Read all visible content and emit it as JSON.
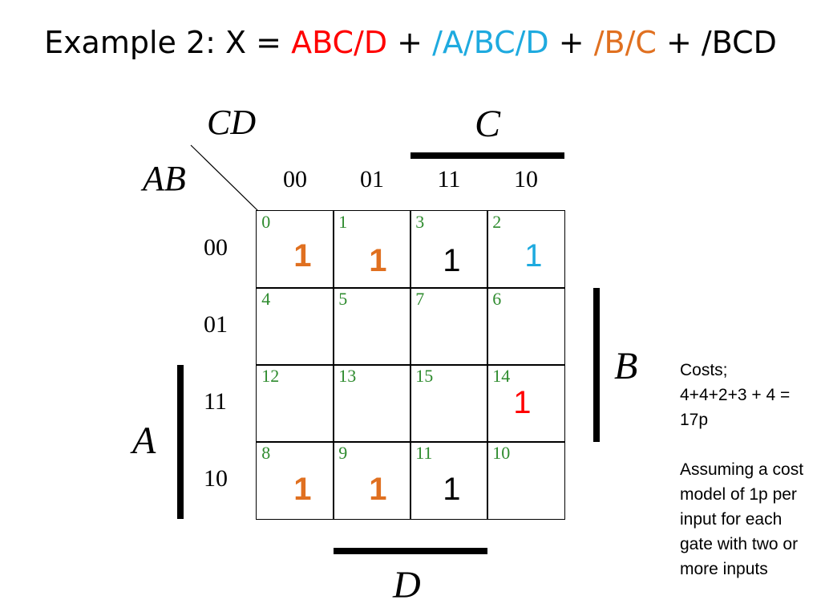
{
  "title": {
    "prefix": "Example 2: X = ",
    "terms": [
      {
        "text": "ABC/D",
        "color": "#ff0000"
      },
      {
        "text": " + ",
        "color": "#000000"
      },
      {
        "text": "/A/BC/D",
        "color": "#1eaadf"
      },
      {
        "text": " + ",
        "color": "#000000"
      },
      {
        "text": "/B/C",
        "color": "#e07020"
      },
      {
        "text": " + /BCD",
        "color": "#000000"
      }
    ]
  },
  "kmap": {
    "cd_label": "CD",
    "ab_label": "AB",
    "c_label": "C",
    "b_label": "B",
    "a_label": "A",
    "d_label": "D",
    "col_headers": [
      "00",
      "01",
      "11",
      "10"
    ],
    "row_headers": [
      "00",
      "01",
      "11",
      "10"
    ],
    "cells": [
      [
        {
          "index": "0",
          "value": "1",
          "color": "#e07020",
          "bold": true
        },
        {
          "index": "1",
          "value": "1",
          "color": "#e07020",
          "bold": true
        },
        {
          "index": "3",
          "value": "1",
          "color": "#000000",
          "bold": false
        },
        {
          "index": "2",
          "value": "1",
          "color": "#1eaadf",
          "bold": false
        }
      ],
      [
        {
          "index": "4",
          "value": "",
          "color": "#000000",
          "bold": false
        },
        {
          "index": "5",
          "value": "",
          "color": "#000000",
          "bold": false
        },
        {
          "index": "7",
          "value": "",
          "color": "#000000",
          "bold": false
        },
        {
          "index": "6",
          "value": "",
          "color": "#000000",
          "bold": false
        }
      ],
      [
        {
          "index": "12",
          "value": "",
          "color": "#000000",
          "bold": false
        },
        {
          "index": "13",
          "value": "",
          "color": "#000000",
          "bold": false
        },
        {
          "index": "15",
          "value": "",
          "color": "#000000",
          "bold": false
        },
        {
          "index": "14",
          "value": "1",
          "color": "#ff0000",
          "bold": false
        }
      ],
      [
        {
          "index": "8",
          "value": "1",
          "color": "#e07020",
          "bold": true
        },
        {
          "index": "9",
          "value": "1",
          "color": "#e07020",
          "bold": true
        },
        {
          "index": "11",
          "value": "1",
          "color": "#000000",
          "bold": false
        },
        {
          "index": "10",
          "value": "",
          "color": "#000000",
          "bold": false
        }
      ]
    ],
    "index_color": "#2e8b2e"
  },
  "notes": {
    "costs_line1": "Costs;",
    "costs_line2": "4+4+2+3  + 4 = 17p",
    "assumption": "Assuming a cost model of 1p per input for each gate with two or more inputs"
  }
}
